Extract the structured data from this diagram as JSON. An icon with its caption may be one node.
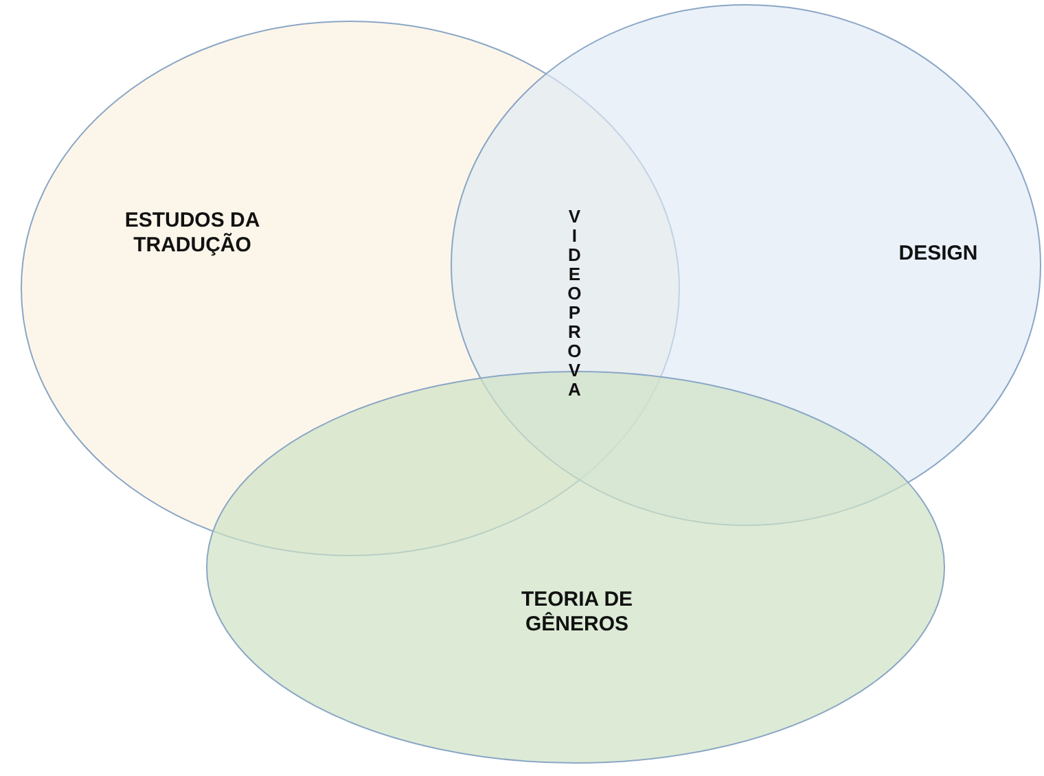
{
  "diagram": {
    "nodes": [
      {
        "text": [
          "ESTUDOS DA TRADUÇÃO"
        ]
      },
      {
        "text": [
          "DESIGN"
        ]
      },
      {
        "text": [
          "TEORIA DE GÊNEROS"
        ]
      }
    ],
    "labels": [
      "VIDEOPROVA"
    ]
  }
}
